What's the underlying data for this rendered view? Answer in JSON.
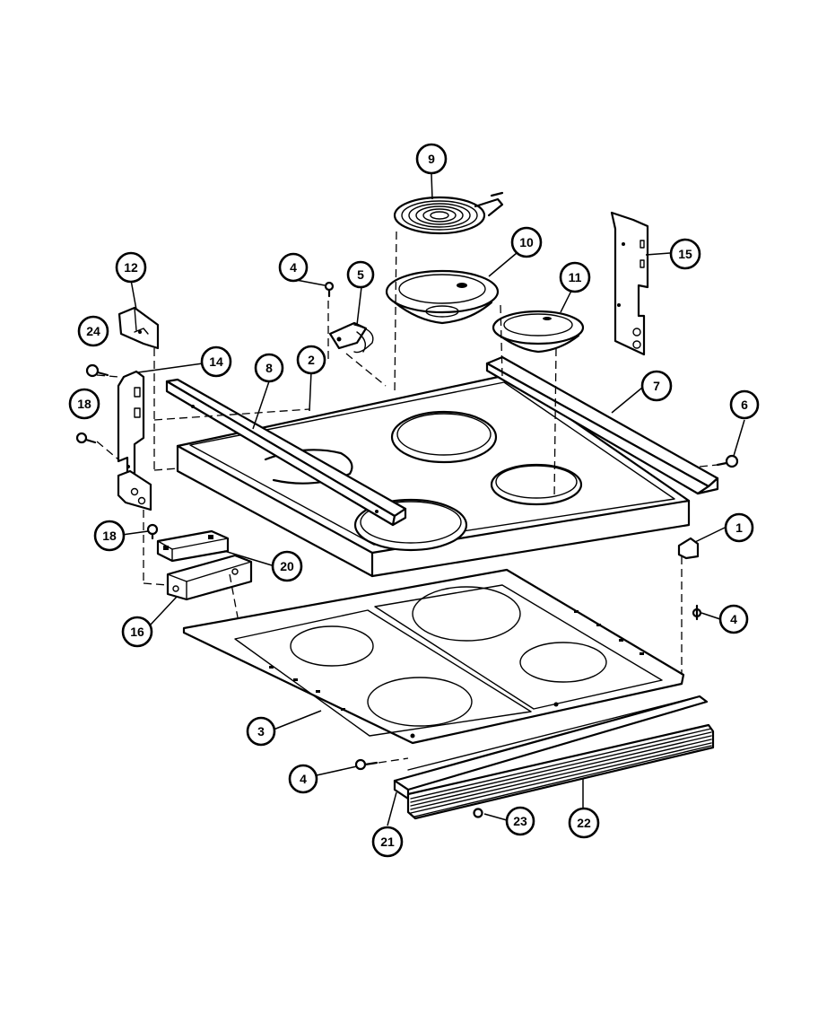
{
  "callouts": [
    {
      "id": "c1",
      "label": "1"
    },
    {
      "id": "c2",
      "label": "2"
    },
    {
      "id": "c3",
      "label": "3"
    },
    {
      "id": "c4a",
      "label": "4"
    },
    {
      "id": "c4b",
      "label": "4"
    },
    {
      "id": "c4c",
      "label": "4"
    },
    {
      "id": "c5",
      "label": "5"
    },
    {
      "id": "c6",
      "label": "6"
    },
    {
      "id": "c7",
      "label": "7"
    },
    {
      "id": "c8",
      "label": "8"
    },
    {
      "id": "c9",
      "label": "9"
    },
    {
      "id": "c10",
      "label": "10"
    },
    {
      "id": "c11",
      "label": "11"
    },
    {
      "id": "c12",
      "label": "12"
    },
    {
      "id": "c14",
      "label": "14"
    },
    {
      "id": "c15",
      "label": "15"
    },
    {
      "id": "c16",
      "label": "16"
    },
    {
      "id": "c18a",
      "label": "18"
    },
    {
      "id": "c18b",
      "label": "18"
    },
    {
      "id": "c20",
      "label": "20"
    },
    {
      "id": "c21",
      "label": "21"
    },
    {
      "id": "c22",
      "label": "22"
    },
    {
      "id": "c23",
      "label": "23"
    },
    {
      "id": "c24",
      "label": "24"
    }
  ]
}
